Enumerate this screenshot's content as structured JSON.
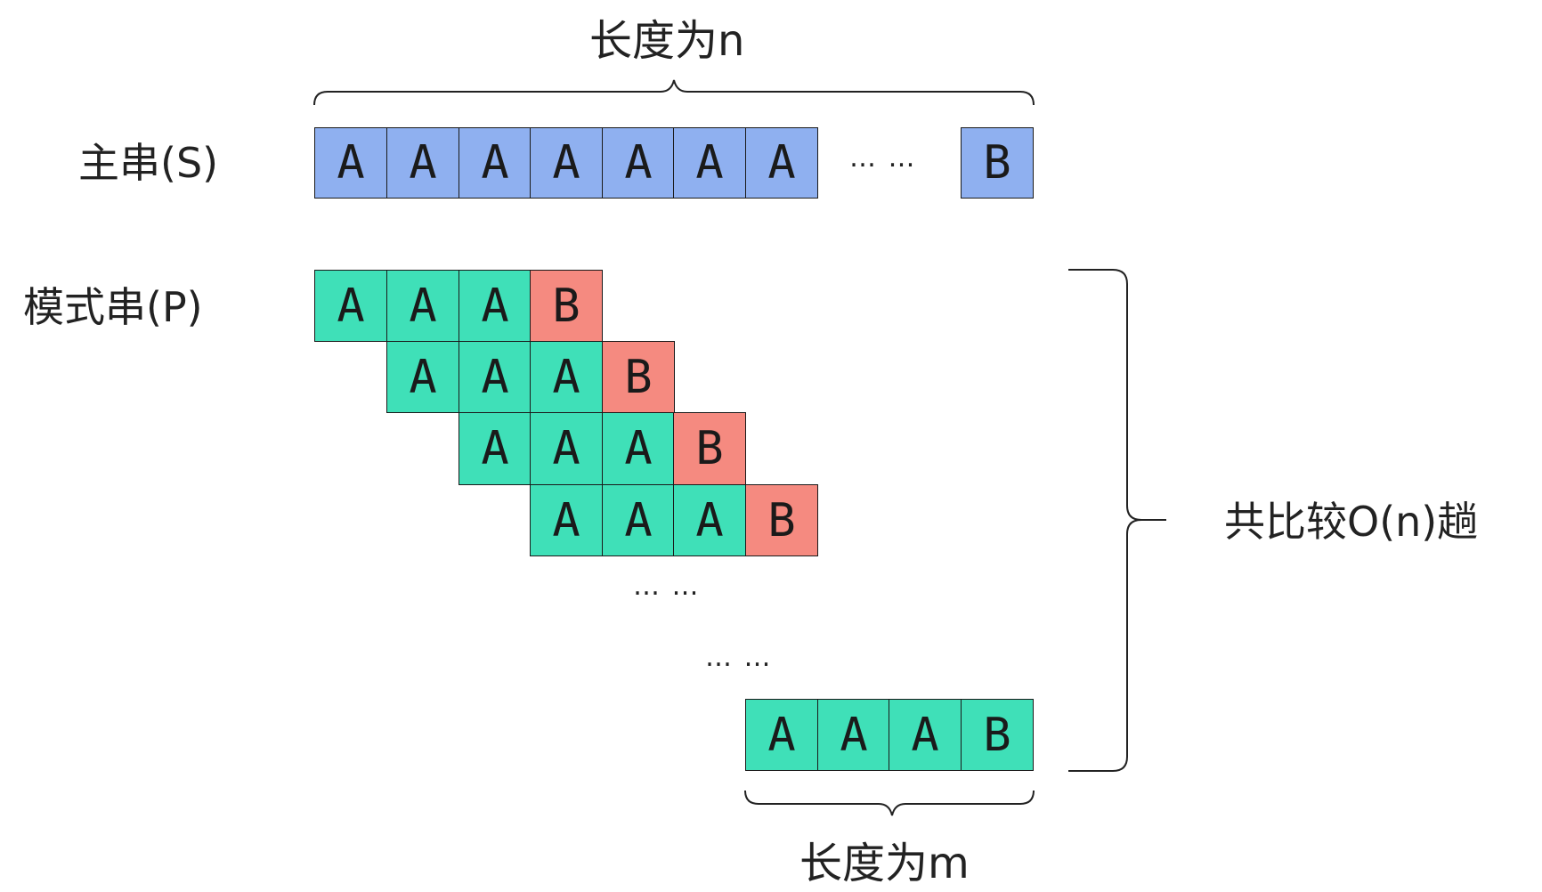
{
  "labels": {
    "top_length": "长度为n",
    "main_string": "主串(S)",
    "pattern_string": "模式串(P)",
    "total_compare": "共比较O(n)趟",
    "bottom_length": "长度为m",
    "ellipsis": "… …"
  },
  "main_string": {
    "cells": [
      "A",
      "A",
      "A",
      "A",
      "A",
      "A",
      "A"
    ],
    "last_cell": "B"
  },
  "pattern_rows": [
    [
      "A",
      "A",
      "A",
      "B"
    ],
    [
      "A",
      "A",
      "A",
      "B"
    ],
    [
      "A",
      "A",
      "A",
      "B"
    ],
    [
      "A",
      "A",
      "A",
      "B"
    ],
    [
      "A",
      "A",
      "A",
      "B"
    ]
  ],
  "colors": {
    "main_fill": "#8fb0f0",
    "match_fill": "#3fe0b8",
    "mismatch_fill": "#f58a80"
  }
}
